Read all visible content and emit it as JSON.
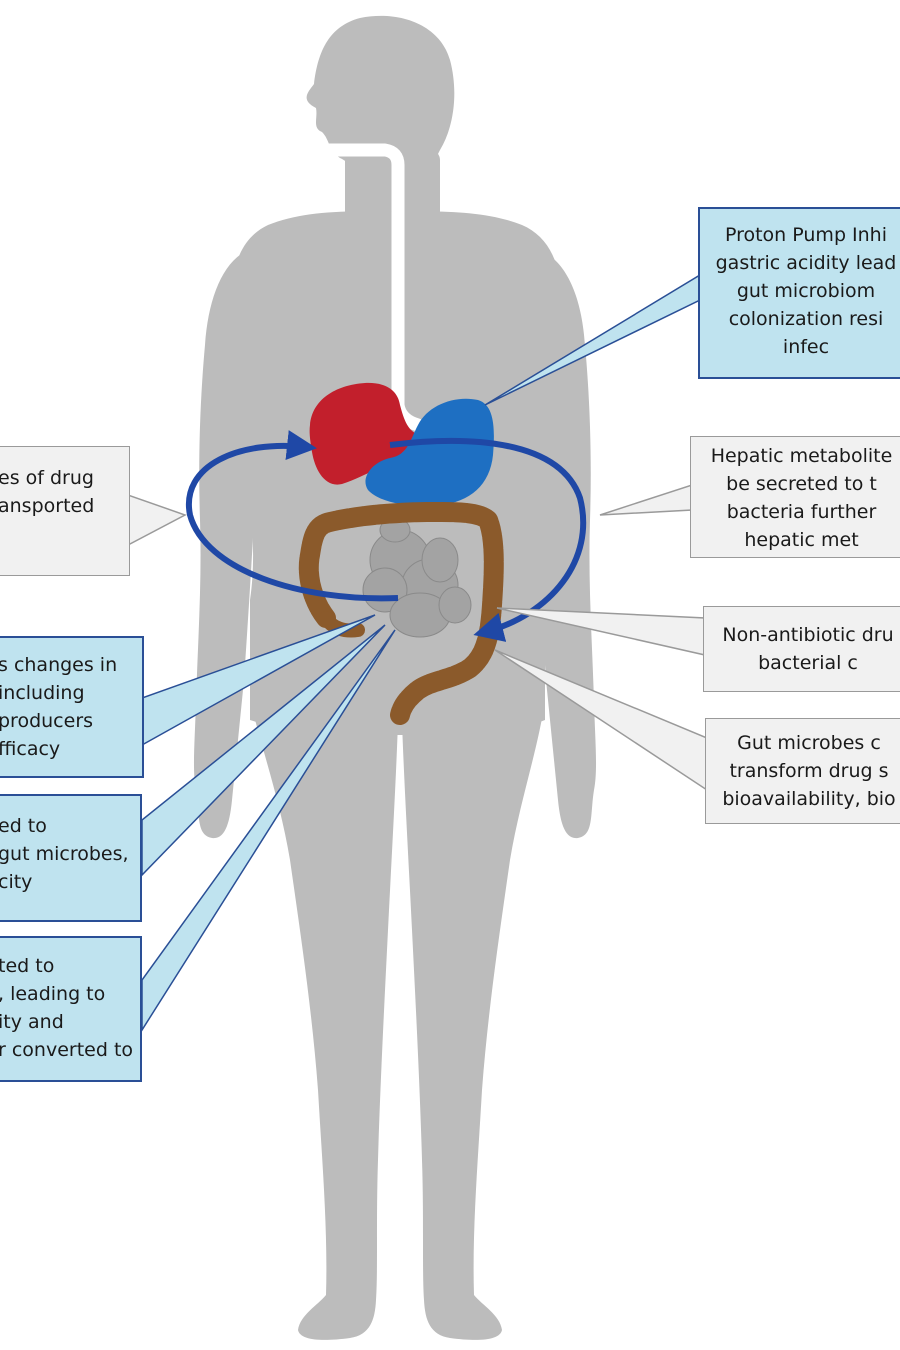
{
  "colors": {
    "body": "#bcbcbc",
    "liver": "#c21f2c",
    "stomach": "#1e6fc2",
    "intestine": "#8b5a2b",
    "small_intestine": "#a3a3a3",
    "arrow": "#1f48a6",
    "callout_blue": "#bfe3ef",
    "callout_gray": "#f1f1f1"
  },
  "callouts": {
    "proton_pump": {
      "lines": [
        "Proton Pump Inhi",
        "gastric acidity lead",
        "gut microbiom",
        "colonization resi",
        "infec"
      ]
    },
    "hepatic": {
      "lines": [
        "Hepatic metabolite",
        "be secreted to t",
        "bacteria further",
        "hepatic met"
      ]
    },
    "non_antibiotic": {
      "lines": [
        "Non-antibiotic dru",
        "bacterial c"
      ]
    },
    "gut_microbes": {
      "lines": [
        "Gut microbes c",
        "transform drug s",
        "bioavailability, bio"
      ]
    },
    "drug_transport": {
      "lines": [
        "es of drug",
        "ansported"
      ]
    },
    "changes": {
      "lines": [
        "s changes in",
        "including",
        "producers",
        "fficacy"
      ]
    },
    "microbes_toxicity": {
      "lines": [
        "ed to",
        "gut microbes,",
        "city"
      ]
    },
    "converted": {
      "lines": [
        "ted to",
        ", leading to",
        "ity and",
        "r converted to"
      ]
    }
  }
}
